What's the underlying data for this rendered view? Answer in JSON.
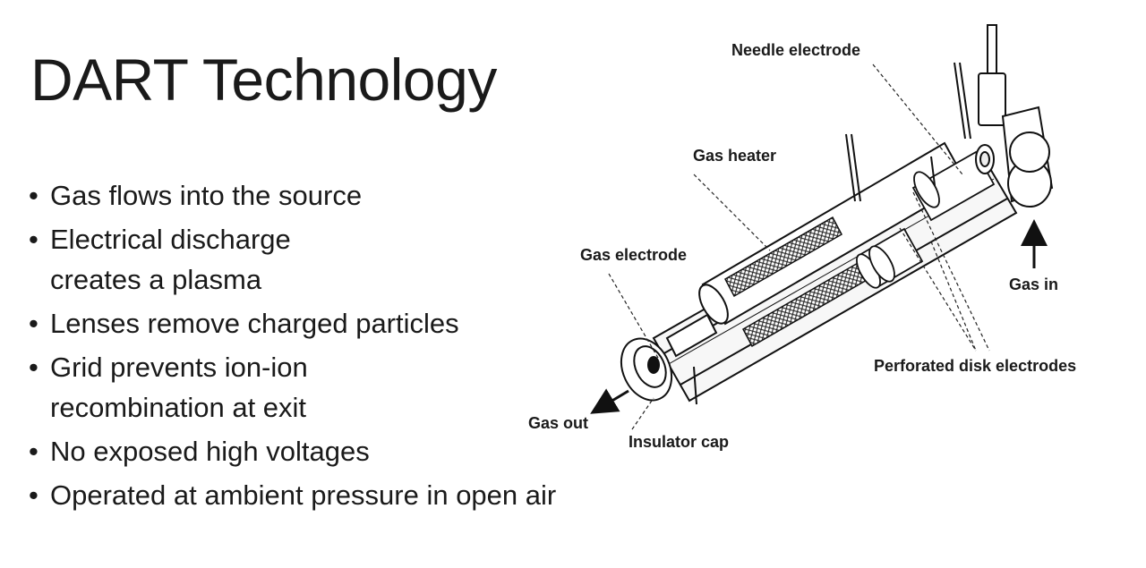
{
  "slide": {
    "title": "DART Technology",
    "bullets": [
      "Gas flows into the source",
      "Electrical discharge\ncreates a plasma",
      "Lenses remove charged particles",
      "Grid prevents ion-ion\n recombination at exit",
      "No exposed high voltages",
      "Operated at ambient pressure in open air"
    ]
  },
  "diagram": {
    "labels": {
      "needle_electrode": "Needle electrode",
      "gas_heater": "Gas heater",
      "gas_electrode": "Gas electrode",
      "gas_in": "Gas in",
      "perforated_disk_electrodes": "Perforated disk electrodes",
      "gas_out": "Gas out",
      "insulator_cap": "Insulator cap"
    }
  }
}
